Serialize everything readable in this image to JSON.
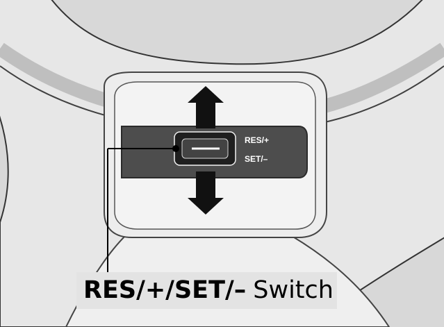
{
  "switch_labels": {
    "upper": "RES/+",
    "lower": "SET/–"
  },
  "caption": {
    "bold": "RES/+/SET/–",
    "normal": "Switch"
  },
  "icons": {
    "up_arrow": "arrow-up-icon",
    "down_arrow": "arrow-down-icon"
  },
  "colors": {
    "background": "#d9d9d9",
    "wheel_light": "#ececec",
    "wheel_outline": "#4a4a4a",
    "switch_panel": "#4f4f4f",
    "arrow": "#111111",
    "label_text": "#ffffff"
  }
}
